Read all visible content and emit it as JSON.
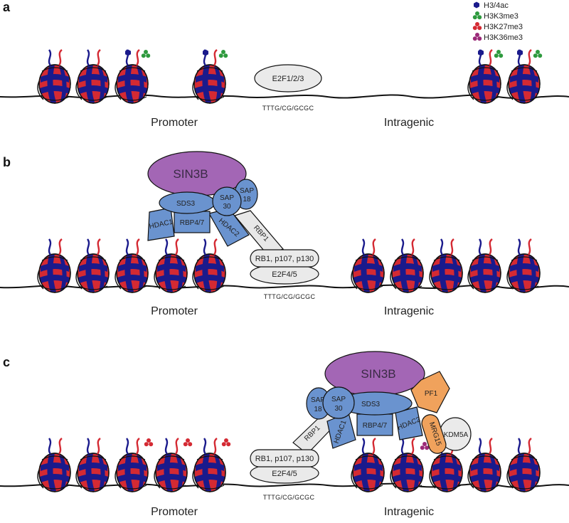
{
  "legend": {
    "items": [
      {
        "label": "H3/4ac",
        "color": "#1a1a8c"
      },
      {
        "label": "H3K3me3",
        "color": "#2e9a3e"
      },
      {
        "label": "H3K27me3",
        "color": "#d42a33"
      },
      {
        "label": "H3K36me3",
        "color": "#9b2a78"
      }
    ]
  },
  "panels": {
    "a": {
      "letter": "a",
      "promoter": "Promoter",
      "intragenic": "Intragenic",
      "motif": "TTTG/CG/GCGC",
      "factor": "E2F1/2/3"
    },
    "b": {
      "letter": "b",
      "promoter": "Promoter",
      "intragenic": "Intragenic",
      "motif": "TTTG/CG/GCGC",
      "sin3b": "SIN3B",
      "sds3": "SDS3",
      "sap30_a": "SAP",
      "sap30_b": "30",
      "sap18_a": "SAP",
      "sap18_b": "18",
      "hdac1": "HDAC1",
      "rbp47": "RBP4/7",
      "hdac2": "HDAC2",
      "rbp1": "RBP1",
      "rb": "RB1, p107, p130",
      "e2f": "E2F4/5"
    },
    "c": {
      "letter": "c",
      "promoter": "Promoter",
      "intragenic": "Intragenic",
      "motif": "TTTG/CG/GCGC",
      "sin3b": "SIN3B",
      "sds3": "SDS3",
      "sap30_a": "SAP",
      "sap30_b": "30",
      "sap18_a": "SAP",
      "sap18_b": "18",
      "hdac1": "HDAC1",
      "rbp47": "RBP4/7",
      "hdac2": "HDAC2",
      "rbp1": "RBP1",
      "rb": "RB1, p107, p130",
      "e2f": "E2F4/5",
      "pf1": "PF1",
      "mrg15": "MRG15",
      "kdm5a": "KDM5A"
    }
  }
}
